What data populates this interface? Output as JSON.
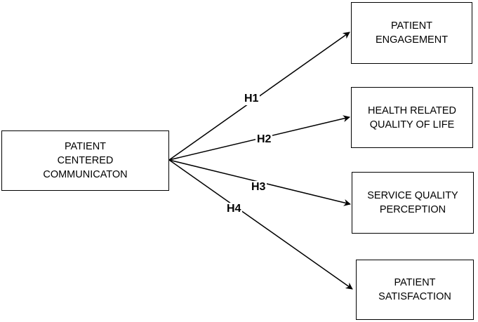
{
  "source": {
    "label": "PATIENT\nCENTERED\nCOMMUNICATON"
  },
  "targets": [
    {
      "label": "PATIENT\nENGAGEMENT"
    },
    {
      "label": "HEALTH RELATED\nQUALITY OF LIFE"
    },
    {
      "label": "SERVICE QUALITY\nPERCEPTION"
    },
    {
      "label": "PATIENT\nSATISFACTION"
    }
  ],
  "edges": [
    {
      "label": "H1"
    },
    {
      "label": "H2"
    },
    {
      "label": "H3"
    },
    {
      "label": "H4"
    }
  ],
  "colors": {
    "stroke": "#000000",
    "background": "#ffffff"
  }
}
